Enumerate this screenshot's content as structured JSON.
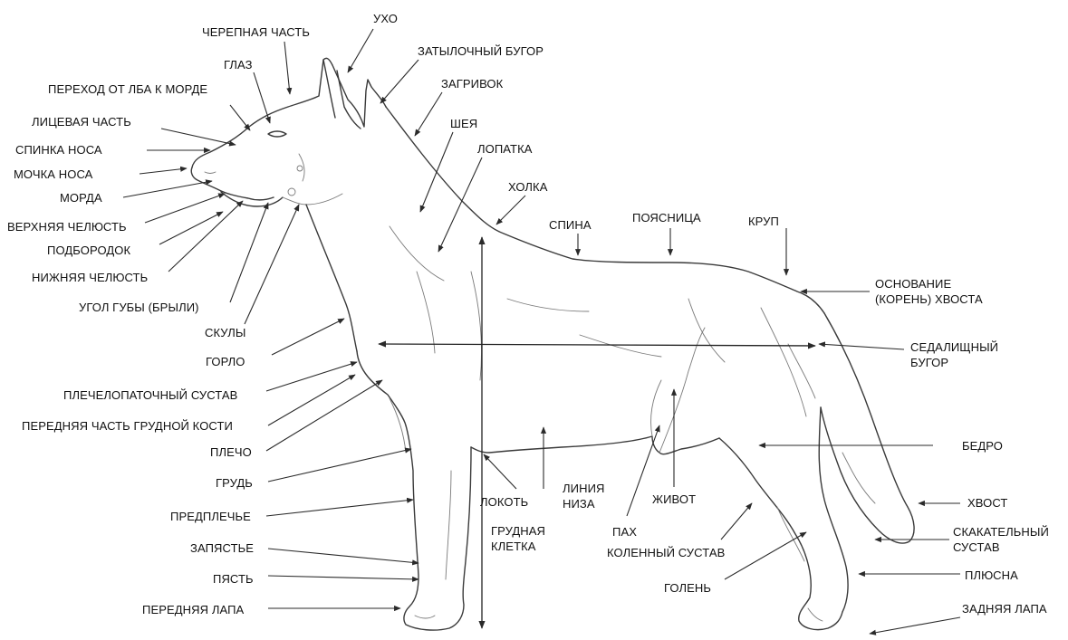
{
  "labels": {
    "ear": "УХО",
    "cranial_part": "ЧЕРЕПНАЯ ЧАСТЬ",
    "occipital": "ЗАТЫЛОЧНЫЙ БУГОР",
    "eye": "ГЛАЗ",
    "scruff": "ЗАГРИВОК",
    "stop": "ПЕРЕХОД ОТ ЛБА К МОРДЕ",
    "neck": "ШЕЯ",
    "facial_part": "ЛИЦЕВАЯ ЧАСТЬ",
    "nasal_bridge": "СПИНКА НОСА",
    "shoulder_blade": "ЛОПАТКА",
    "nose": "МОЧКА НОСА",
    "muzzle": "МОРДА",
    "withers": "ХОЛКА",
    "upper_jaw": "ВЕРХНЯЯ ЧЕЛЮСТЬ",
    "back": "СПИНА",
    "loin": "ПОЯСНИЦА",
    "croup": "КРУП",
    "chin": "ПОДБОРОДОК",
    "lower_jaw": "НИЖНЯЯ ЧЕЛЮСТЬ",
    "tail_base_line1": "ОСНОВАНИЕ",
    "tail_base_line2": "(КОРЕНЬ) ХВОСТА",
    "lip_corner": "УГОЛ ГУБЫ (БРЫЛИ)",
    "cheekbones": "СКУЛЫ",
    "throat": "ГОРЛО",
    "ischial_line1": "СЕДАЛИЩНЫЙ",
    "ischial_line2": "БУГОР",
    "shoulder_joint": "ПЛЕЧЕЛОПАТОЧНЫЙ СУСТАВ",
    "prosternum": "ПЕРЕДНЯЯ ЧАСТЬ ГРУДНОЙ КОСТИ",
    "upper_arm": "ПЛЕЧО",
    "thigh": "БЕДРО",
    "chest": "ГРУДЬ",
    "underline_line1": "ЛИНИЯ",
    "underline_line2": "НИЗА",
    "elbow": "ЛОКОТЬ",
    "belly": "ЖИВОТ",
    "tail": "ХВОСТ",
    "forearm": "ПРЕДПЛЕЧЬЕ",
    "ribcage_line1": "ГРУДНАЯ",
    "ribcage_line2": "КЛЕТКА",
    "groin": "ПАХ",
    "hock_line1": "СКАКАТЕЛЬНЫЙ",
    "hock_line2": "СУСТАВ",
    "wrist": "ЗАПЯСТЬЕ",
    "stifle": "КОЛЕННЫЙ СУСТАВ",
    "metacarpus": "ПЯСТЬ",
    "metatarsus": "ПЛЮСНА",
    "lower_thigh": "ГОЛЕНЬ",
    "forepaw": "ПЕРЕДНЯЯ ЛАПА",
    "hindpaw": "ЗАДНЯЯ ЛАПА"
  },
  "colors": {
    "line": "#3a3a3a",
    "text": "#111111",
    "background": "#ffffff"
  }
}
